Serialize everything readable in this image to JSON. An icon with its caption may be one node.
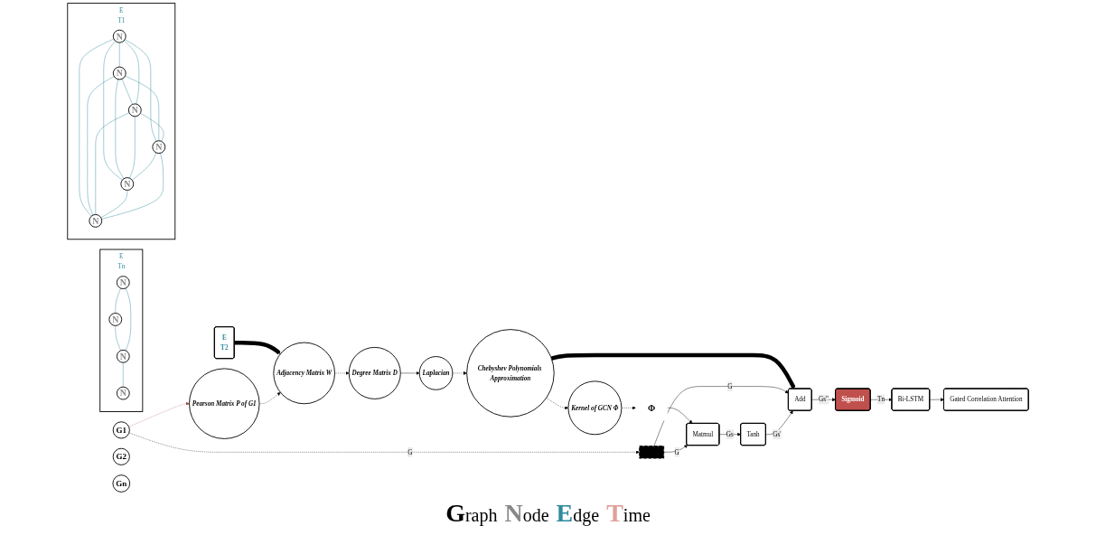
{
  "diagram": {
    "nodes": [
      {
        "text": [
          "E",
          "Tn"
        ]
      },
      {
        "text": [
          "N"
        ],
        "in": 0
      },
      {
        "text": [
          "N"
        ],
        "in": 0
      },
      {
        "text": [
          "N"
        ],
        "in": 0
      },
      {
        "text": [
          "N"
        ],
        "in": 0
      },
      {
        "text": [
          "E",
          "T2"
        ]
      },
      {
        "text": [
          "E",
          "T1"
        ]
      },
      {
        "text": [
          "N"
        ],
        "in": 6
      },
      {
        "text": [
          "N"
        ],
        "in": 6
      },
      {
        "text": [
          "N"
        ],
        "in": 6
      },
      {
        "text": [
          "N"
        ],
        "in": 6
      },
      {
        "text": [
          "N"
        ],
        "in": 6
      },
      {
        "text": [
          "N"
        ],
        "in": 6
      },
      {
        "text": [
          "G1"
        ]
      },
      {
        "text": [
          "G2"
        ]
      },
      {
        "text": [
          "Gn"
        ]
      },
      {
        "text": [
          "Pearson Matrix P of G1"
        ]
      },
      {
        "text": [
          "Adjacency Matrix W"
        ]
      },
      {
        "text": [
          "Degree Matrix D"
        ]
      },
      {
        "text": [
          "Laplacian"
        ]
      },
      {
        "text": [
          "Chebyshev Polynomials Approximation"
        ]
      },
      {
        "text": [
          "Kernel of GCN Φ"
        ]
      },
      {
        "text": [
          "Φ"
        ]
      },
      {
        "text": [],
        "shape": "bar"
      },
      {
        "text": [
          "Matmul"
        ]
      },
      {
        "text": [
          "Tanh"
        ]
      },
      {
        "text": [
          "Add"
        ]
      },
      {
        "text": [
          "Sigmoid"
        ]
      },
      {
        "text": [
          "Bi-LSTM"
        ]
      },
      {
        "text": [
          "Gated Correlation Attention"
        ]
      }
    ],
    "edges": [
      {
        "from": 1,
        "to": 2,
        "arrow": "none",
        "color": "#2e8b9e"
      },
      {
        "from": 2,
        "to": 3,
        "arrow": "none",
        "color": "#2e8b9e"
      },
      {
        "from": 1,
        "to": 3,
        "arrow": "none",
        "color": "#2e8b9e"
      },
      {
        "from": 3,
        "to": 4,
        "arrow": "none",
        "color": "#2e8b9e"
      },
      {
        "from": 7,
        "to": 8,
        "arrow": "none",
        "color": "#2e8b9e"
      },
      {
        "from": 8,
        "to": 9,
        "arrow": "none",
        "color": "#2e8b9e"
      },
      {
        "from": 7,
        "to": 9,
        "arrow": "none",
        "color": "#2e8b9e"
      },
      {
        "from": 7,
        "to": 10,
        "arrow": "none",
        "color": "#2e8b9e"
      },
      {
        "from": 7,
        "to": 11,
        "arrow": "none",
        "color": "#2e8b9e"
      },
      {
        "from": 7,
        "to": 12,
        "arrow": "none",
        "color": "#2e8b9e"
      },
      {
        "from": 8,
        "to": 10,
        "arrow": "none",
        "color": "#2e8b9e"
      },
      {
        "from": 8,
        "to": 11,
        "arrow": "none",
        "color": "#2e8b9e"
      },
      {
        "from": 8,
        "to": 12,
        "arrow": "none",
        "color": "#2e8b9e"
      },
      {
        "from": 9,
        "to": 10,
        "arrow": "none",
        "color": "#2e8b9e"
      },
      {
        "from": 9,
        "to": 11,
        "arrow": "none",
        "color": "#2e8b9e"
      },
      {
        "from": 9,
        "to": 12,
        "arrow": "none",
        "color": "#2e8b9e"
      },
      {
        "from": 10,
        "to": 11,
        "arrow": "none",
        "color": "#2e8b9e"
      },
      {
        "from": 11,
        "to": 12,
        "arrow": "none",
        "color": "#2e8b9e"
      },
      {
        "from": 10,
        "to": 12,
        "arrow": "none",
        "color": "#2e8b9e"
      },
      {
        "from": 5,
        "to": 17,
        "arrow": "to",
        "style": "thick",
        "color": "#000000"
      },
      {
        "from": 13,
        "to": 16,
        "arrow": "to",
        "style": "dashed",
        "color": "#a0443c"
      },
      {
        "from": 13,
        "to": 23,
        "arrow": "to",
        "style": "dashed",
        "label": "G",
        "color": "#000000"
      },
      {
        "from": 16,
        "to": 17,
        "arrow": "to",
        "style": "dashed",
        "color": "#000000"
      },
      {
        "from": 17,
        "to": 18,
        "arrow": "to",
        "style": "dashed",
        "color": "#000000"
      },
      {
        "from": 18,
        "to": 19,
        "arrow": "to",
        "color": "#000000"
      },
      {
        "from": 19,
        "to": 20,
        "arrow": "to",
        "style": "dashed",
        "color": "#000000"
      },
      {
        "from": 20,
        "to": 21,
        "arrow": "to",
        "style": "dashed",
        "color": "#000000"
      },
      {
        "from": 20,
        "to": 26,
        "arrow": "to",
        "style": "thick",
        "color": "#000000"
      },
      {
        "from": 21,
        "to": 22,
        "arrow": "to",
        "style": "dashed",
        "color": "#000000"
      },
      {
        "from": 22,
        "to": 24,
        "arrow": "to",
        "color": "#000000"
      },
      {
        "from": 23,
        "to": 24,
        "arrow": "to",
        "label": "G",
        "color": "#000000"
      },
      {
        "from": 23,
        "to": 26,
        "arrow": "to",
        "label": "G",
        "color": "#000000"
      },
      {
        "from": 24,
        "to": 25,
        "arrow": "to",
        "label": "Gs",
        "color": "#000000"
      },
      {
        "from": 25,
        "to": 26,
        "arrow": "to",
        "label": "Gs'",
        "color": "#000000"
      },
      {
        "from": 26,
        "to": 27,
        "arrow": "to",
        "label": "Gs''",
        "color": "#000000"
      },
      {
        "from": 27,
        "to": 28,
        "arrow": "to",
        "label": "Tn",
        "color": "#000000"
      },
      {
        "from": 28,
        "to": 29,
        "arrow": "to",
        "color": "#000000"
      }
    ],
    "legend": [
      {
        "text": "Graph",
        "color": "#000000"
      },
      {
        "text": "Node",
        "color": "#888888"
      },
      {
        "text": "Edge",
        "color": "#2e8b9e"
      },
      {
        "text": "Time",
        "color": "#e0a09a"
      }
    ]
  }
}
